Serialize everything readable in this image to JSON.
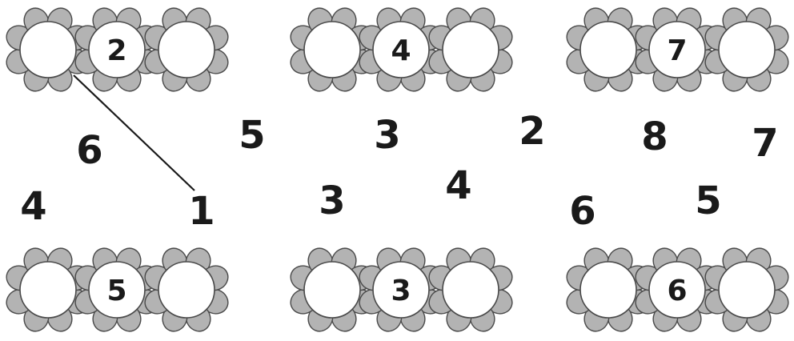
{
  "colors": {
    "petal_fill": "#b3b3b3",
    "petal_stroke": "#4a4a4a",
    "center_fill": "#ffffff",
    "ink": "#1a1a1a",
    "background": "#ffffff"
  },
  "flower_groups": [
    {
      "center_number": "2"
    },
    {
      "center_number": "4"
    },
    {
      "center_number": "7"
    },
    {
      "center_number": "5"
    },
    {
      "center_number": "3"
    },
    {
      "center_number": "6"
    }
  ],
  "scattered_numbers": [
    "6",
    "4",
    "5",
    "1",
    "3",
    "3",
    "4",
    "2",
    "6",
    "8",
    "5",
    "7"
  ],
  "connector_lines": [
    {
      "from": "top-left flower, left circle",
      "to": "number 1"
    }
  ]
}
